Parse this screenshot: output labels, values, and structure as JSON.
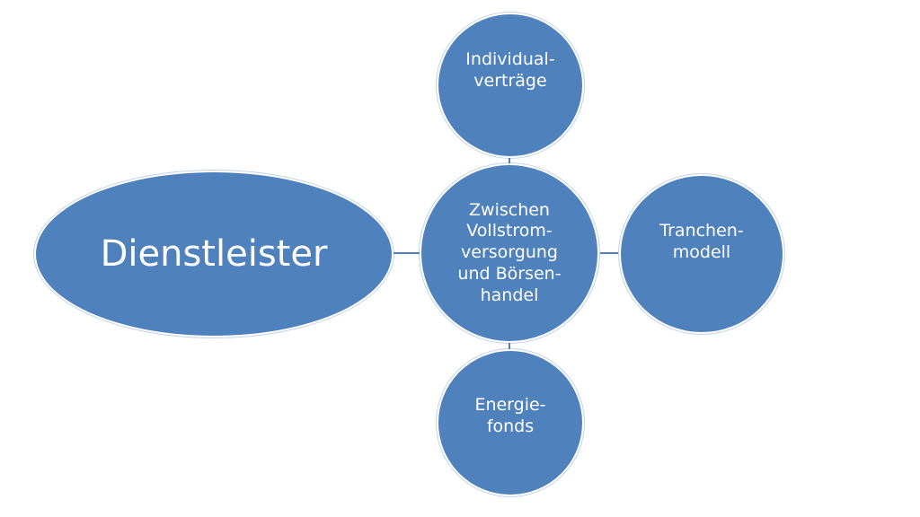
{
  "diagram": {
    "accent_color": "#4f81bd",
    "text_color": "#ffffff",
    "background_color": "#ffffff",
    "main_node": {
      "label": "Dienstleister"
    },
    "center_node": {
      "label": "Zwischen\nVollstrom-\nversorgung\nund Börsen-\nhandel"
    },
    "top_node": {
      "label": "Individual-\nverträge"
    },
    "right_node": {
      "label": "Tranchen-\nmodell"
    },
    "bottom_node": {
      "label": "Energie-\nfonds"
    }
  }
}
